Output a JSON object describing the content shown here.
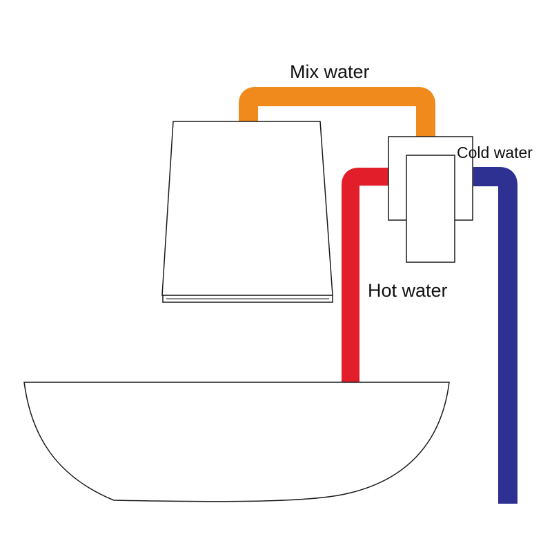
{
  "labels": {
    "mix": "Mix water",
    "cold": "Cold water",
    "hot": "Hot water"
  },
  "colors": {
    "mix_pipe": "#f08a1c",
    "hot_pipe": "#e31e2b",
    "cold_pipe": "#2e3192",
    "outline": "#1a1a1a",
    "background": "#ffffff"
  }
}
